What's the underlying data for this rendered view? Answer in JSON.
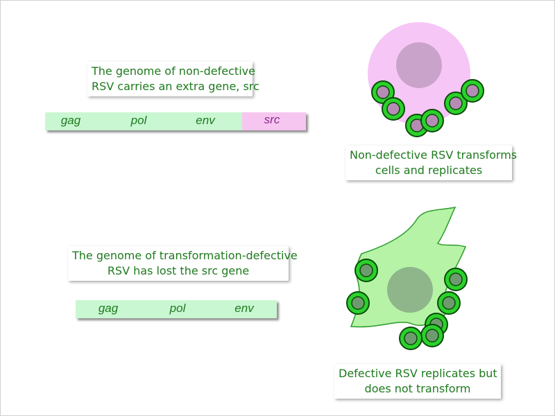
{
  "top": {
    "caption_lines": [
      "The genome of non-defective",
      "RSV carries an extra gene, src"
    ],
    "genes": [
      "gag",
      "pol",
      "env",
      "src"
    ],
    "cell_caption_lines": [
      "Non-defective RSV transforms",
      "cells and replicates"
    ]
  },
  "bottom": {
    "caption_lines": [
      "The genome of transformation-defective",
      "RSV has lost the src gene"
    ],
    "genes": [
      "gag",
      "pol",
      "env"
    ],
    "cell_caption_lines": [
      "Defective RSV replicates but",
      "does not transform"
    ]
  },
  "colors": {
    "genome_green": "#c9f7d2",
    "src_pink": "#f6c6f0",
    "text_green": "#1e7a1e",
    "src_text": "#8a2a8a",
    "round_cell": "#f6c6f6",
    "round_nucleus": "#c9a3c9",
    "flat_cell": "#b6f3a6",
    "flat_nucleus": "#8fb58b",
    "virus_ring": "#2bd12b",
    "virus_core_pink": "#b68bb6",
    "virus_core_green": "#6f9a6f"
  }
}
